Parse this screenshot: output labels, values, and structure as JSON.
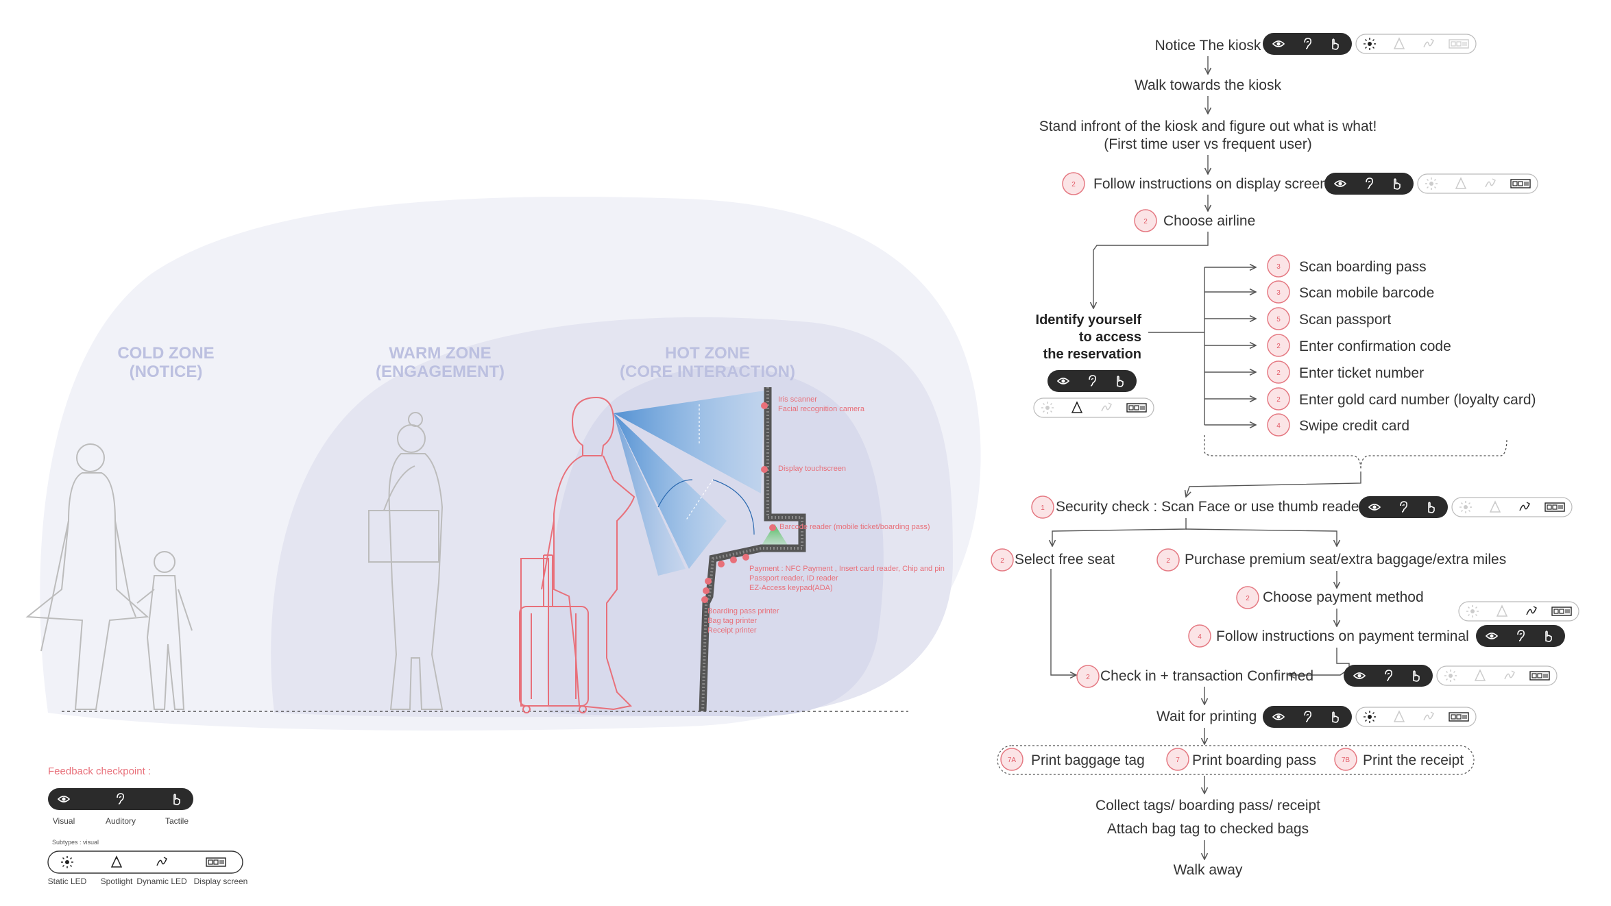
{
  "zones": {
    "cold": {
      "line1": "COLD ZONE",
      "line2": "(NOTICE)"
    },
    "warm": {
      "line1": "WARM ZONE",
      "line2": "(ENGAGEMENT)"
    },
    "hot": {
      "line1": "HOT ZONE",
      "line2": "(CORE INTERACTION)"
    }
  },
  "components": {
    "iris": "Iris scanner",
    "facial": "Facial recognition camera",
    "display": "Display touchscreen",
    "barcode": "Barcode reader (mobile ticket/boarding pass)",
    "payment": "Payment : NFC Payment , Insert card reader, Chip and pin",
    "passport": "Passport reader, ID reader",
    "ezaccess": "EZ-Access keypad(ADA)",
    "bp_printer": "Boarding pass printer",
    "bag_printer": "Bag tag printer",
    "receipt_printer": "Receipt printer"
  },
  "legend": {
    "title": "Feedback checkpoint :",
    "primary": [
      "Visual",
      "Auditory",
      "Tactile"
    ],
    "subtypes_title": "Subtypes : visual",
    "secondary": [
      "Static LED",
      "Spotlight",
      "Dynamic LED",
      "Display screen"
    ]
  },
  "flow": {
    "notice": "Notice The kiosk",
    "walk": "Walk towards the kiosk",
    "stand_l1": "Stand infront of the kiosk and figure out what is what!",
    "stand_l2": "(First time user vs frequent user)",
    "follow_display": "Follow instructions on display screen",
    "choose_airline": "Choose airline",
    "identify_l1": "Identify yourself",
    "identify_l2": "to access",
    "identify_l3": "the reservation",
    "options": [
      {
        "badge": "3",
        "label": "Scan boarding pass"
      },
      {
        "badge": "3",
        "label": "Scan mobile barcode"
      },
      {
        "badge": "5",
        "label": "Scan passport"
      },
      {
        "badge": "2",
        "label": "Enter confirmation code"
      },
      {
        "badge": "2",
        "label": "Enter ticket number"
      },
      {
        "badge": "2",
        "label": "Enter gold card number (loyalty card)"
      },
      {
        "badge": "4",
        "label": "Swipe credit card"
      }
    ],
    "security": "Security check : Scan Face or use thumb reader",
    "select_seat": "Select free seat",
    "purchase": "Purchase premium seat/extra baggage/extra miles",
    "payment_method": "Choose payment method",
    "payment_terminal": "Follow instructions on payment terminal",
    "checkin": "Check in + transaction Confirmed",
    "wait": "Wait for printing",
    "print_bag": "Print baggage tag",
    "print_bp": "Print boarding pass",
    "print_receipt": "Print the receipt",
    "collect": "Collect tags/ boarding pass/ receipt",
    "attach": "Attach bag tag to checked bags",
    "walk_away": "Walk away"
  },
  "badges": {
    "follow_display": "2",
    "choose_airline": "2",
    "security": "1",
    "select_seat": "2",
    "purchase": "2",
    "payment_method": "2",
    "payment_terminal": "4",
    "checkin": "2",
    "print_bag": "7A",
    "print_bp": "7",
    "print_receipt": "7B"
  },
  "colors": {
    "accent": "#e8707a",
    "dark_pill": "#2b2b2b",
    "zone_outer": "#f1f2f8",
    "zone_mid": "#e4e5f1",
    "zone_inner": "#d8daec",
    "kiosk": "#555555",
    "beam": "#3a8fd8"
  },
  "icons": [
    "eye-icon",
    "ear-icon",
    "hand-icon",
    "static-led-icon",
    "spotlight-icon",
    "dynamic-led-icon",
    "display-screen-icon"
  ]
}
